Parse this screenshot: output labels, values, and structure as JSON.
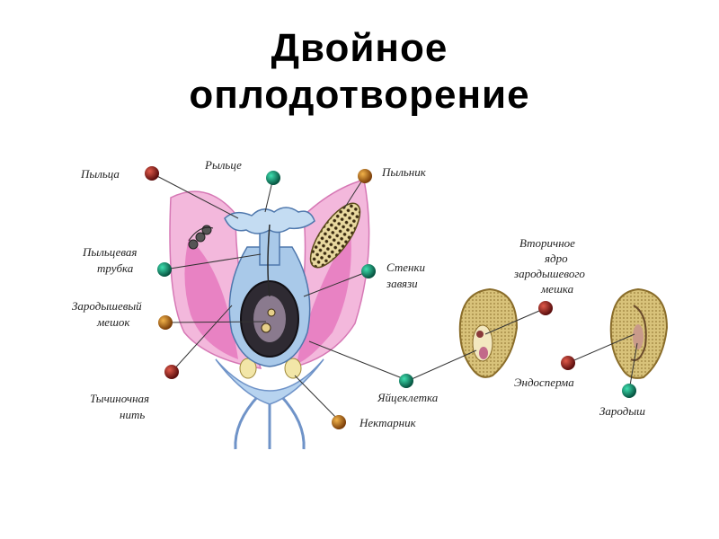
{
  "title": {
    "line1": "Двойное",
    "line2": "оплодотворение"
  },
  "labels": {
    "pyltsa": "Пыльца",
    "rylce": "Рыльце",
    "pylnik": "Пыльник",
    "tube1": "Пыльцевая",
    "tube2": "трубка",
    "wall1": "Стенки",
    "wall2": "завязи",
    "sac1": "Зародышевый",
    "sac2": "мешок",
    "fil1": "Тычиночная",
    "fil2": "нить",
    "egg": "Яйцеклетка",
    "nectar": "Нектарник",
    "sec1": "Вторичное",
    "sec2": "ядро",
    "sec3": "зародышевого",
    "sec4": "мешка",
    "endo": "Эндосперма",
    "embryo": "Зародыш"
  },
  "colors": {
    "marker_red": "#8b1a1a",
    "marker_green": "#0a8f6f",
    "marker_orange": "#c8781a",
    "petal_pink": "#e77cc0",
    "ovary_blue": "#a9c9e9"
  }
}
